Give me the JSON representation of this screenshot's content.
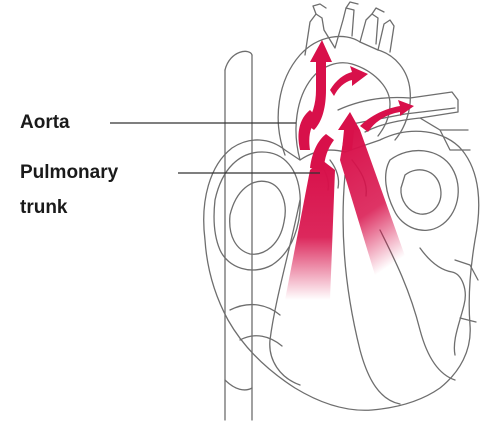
{
  "labels": {
    "aorta": "Aorta",
    "pulmonary_line1": "Pulmonary",
    "pulmonary_line2": "trunk"
  },
  "colors": {
    "blood_flow": "#d8104a",
    "outline": "#6e6e6e",
    "label_text": "#1a1a1a",
    "leader_line": "#333333"
  }
}
